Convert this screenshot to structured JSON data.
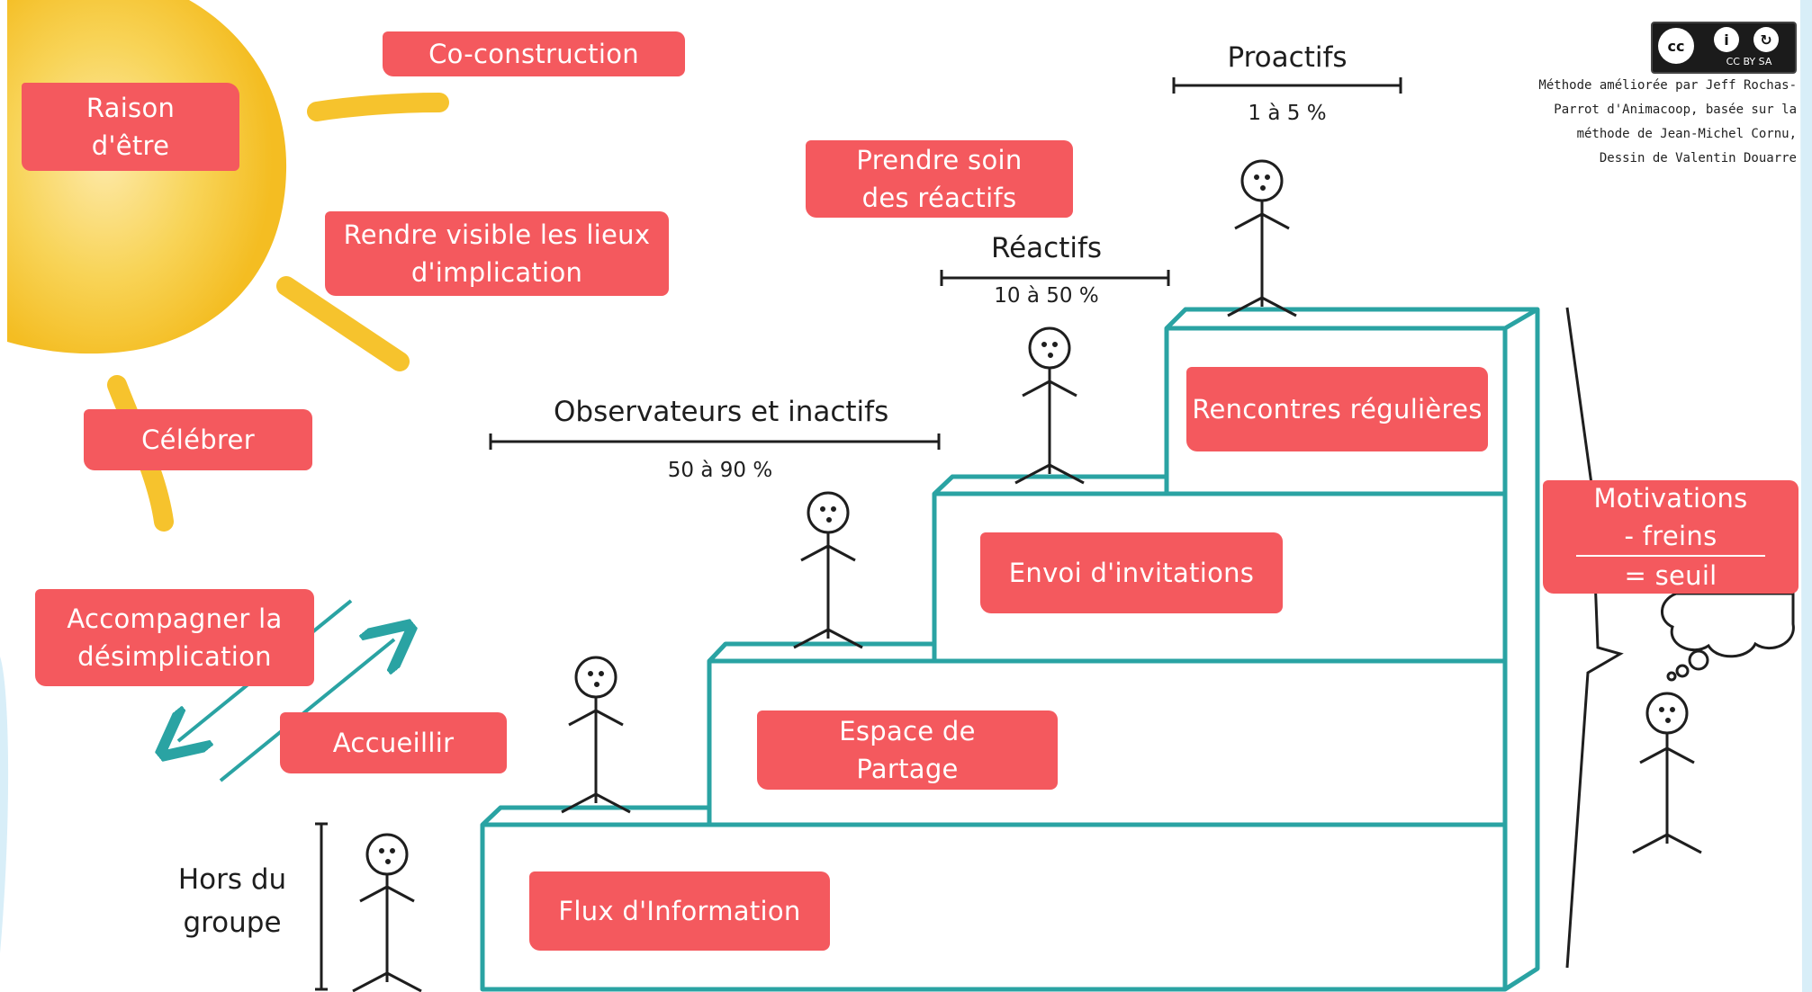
{
  "sun_labels": {
    "raison": [
      "Raison",
      "d'être"
    ],
    "coconstruction": "Co-construction",
    "visible": [
      "Rendre visible les lieux",
      "d'implication"
    ],
    "celebrer": "Célébrer",
    "soin": [
      "Prendre soin",
      "des réactifs"
    ]
  },
  "exit_labels": {
    "accompagner": [
      "Accompagner la",
      "désimplication"
    ],
    "accueillir": "Accueillir"
  },
  "groups": {
    "hors": [
      "Hors du",
      "groupe"
    ],
    "observateurs": {
      "title": "Observateurs et inactifs",
      "pct": "50 à 90 %"
    },
    "reactifs": {
      "title": "Réactifs",
      "pct": "10 à 50 %"
    },
    "proactifs": {
      "title": "Proactifs",
      "pct": "1 à 5 %"
    }
  },
  "steps": {
    "flux": "Flux d'Information",
    "espace": [
      "Espace de",
      "Partage"
    ],
    "envoi": "Envoi d'invitations",
    "rencontres": "Rencontres régulières"
  },
  "motivation": {
    "line1": "Motivations",
    "line2": "- freins",
    "line3": "= seuil"
  },
  "credits": {
    "license": "CC BY SA",
    "lines": [
      "Méthode améliorée par Jeff Rochas-",
      "Parrot d'Animacoop, basée sur la",
      "méthode de Jean-Michel Cornu,",
      "Dessin  de Valentin Douarre"
    ]
  },
  "colors": {
    "tag": "#f4595e",
    "stairs": "#2aa3a3",
    "sun": "#f6c32d",
    "arrows": "#2aa3a3"
  }
}
